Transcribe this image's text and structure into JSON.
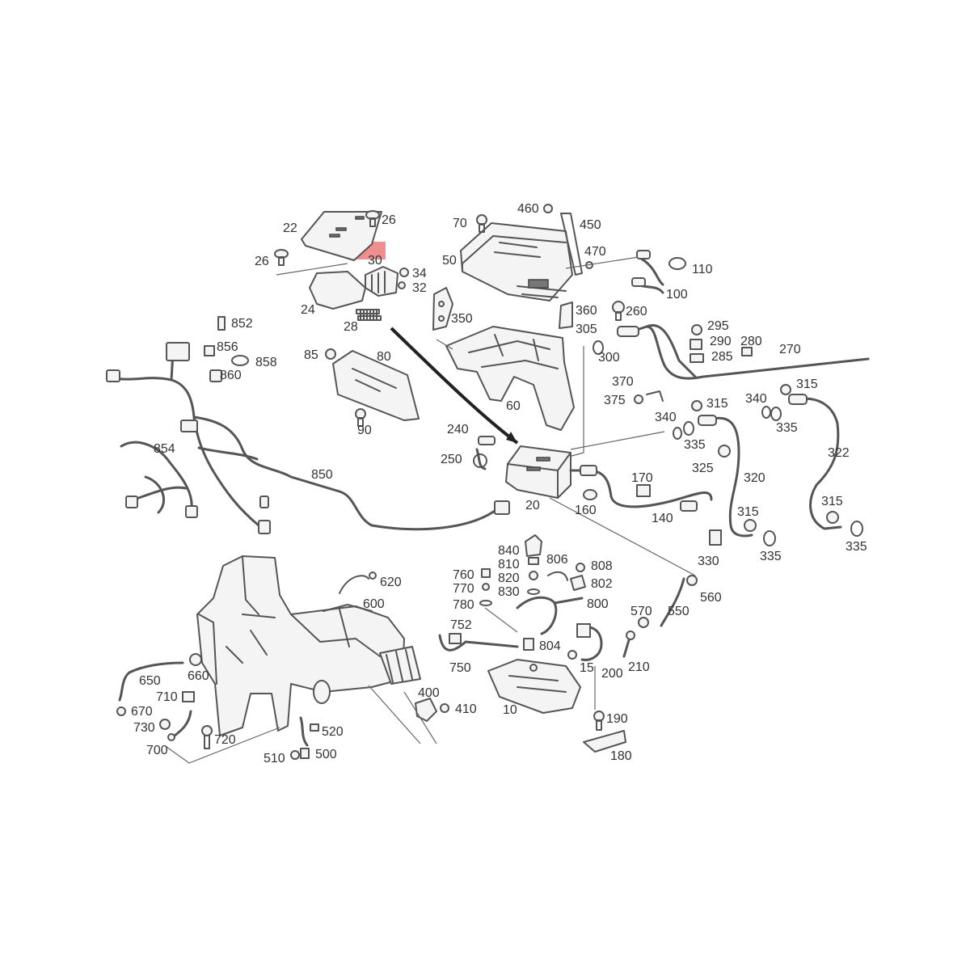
{
  "highlight_color": "#e86a6a",
  "labels": [
    {
      "id": "22",
      "text": "22"
    },
    {
      "id": "26a",
      "text": "26"
    },
    {
      "id": "26b",
      "text": "26"
    },
    {
      "id": "30",
      "text": "30"
    },
    {
      "id": "34",
      "text": "34"
    },
    {
      "id": "32",
      "text": "32"
    },
    {
      "id": "24",
      "text": "24"
    },
    {
      "id": "28",
      "text": "28"
    },
    {
      "id": "70",
      "text": "70"
    },
    {
      "id": "460",
      "text": "460"
    },
    {
      "id": "450",
      "text": "450"
    },
    {
      "id": "50",
      "text": "50"
    },
    {
      "id": "470",
      "text": "470"
    },
    {
      "id": "110",
      "text": "110"
    },
    {
      "id": "100",
      "text": "100"
    },
    {
      "id": "350",
      "text": "350"
    },
    {
      "id": "360",
      "text": "360"
    },
    {
      "id": "260",
      "text": "260"
    },
    {
      "id": "305",
      "text": "305"
    },
    {
      "id": "300",
      "text": "300"
    },
    {
      "id": "295",
      "text": "295"
    },
    {
      "id": "290",
      "text": "290"
    },
    {
      "id": "280",
      "text": "280"
    },
    {
      "id": "285",
      "text": "285"
    },
    {
      "id": "270",
      "text": "270"
    },
    {
      "id": "852",
      "text": "852"
    },
    {
      "id": "856",
      "text": "856"
    },
    {
      "id": "858",
      "text": "858"
    },
    {
      "id": "860",
      "text": "860"
    },
    {
      "id": "85",
      "text": "85"
    },
    {
      "id": "80",
      "text": "80"
    },
    {
      "id": "60",
      "text": "60"
    },
    {
      "id": "90",
      "text": "90"
    },
    {
      "id": "370",
      "text": "370"
    },
    {
      "id": "375",
      "text": "375"
    },
    {
      "id": "315a",
      "text": "315"
    },
    {
      "id": "315b",
      "text": "315"
    },
    {
      "id": "340a",
      "text": "340"
    },
    {
      "id": "340b",
      "text": "340"
    },
    {
      "id": "335a",
      "text": "335"
    },
    {
      "id": "335b",
      "text": "335"
    },
    {
      "id": "322",
      "text": "322"
    },
    {
      "id": "854",
      "text": "854"
    },
    {
      "id": "240",
      "text": "240"
    },
    {
      "id": "250",
      "text": "250"
    },
    {
      "id": "850",
      "text": "850"
    },
    {
      "id": "325",
      "text": "325"
    },
    {
      "id": "170",
      "text": "170"
    },
    {
      "id": "320",
      "text": "320"
    },
    {
      "id": "20",
      "text": "20"
    },
    {
      "id": "160",
      "text": "160"
    },
    {
      "id": "140",
      "text": "140"
    },
    {
      "id": "315c",
      "text": "315"
    },
    {
      "id": "315d",
      "text": "315"
    },
    {
      "id": "330",
      "text": "330"
    },
    {
      "id": "335c",
      "text": "335"
    },
    {
      "id": "335d",
      "text": "335"
    },
    {
      "id": "840",
      "text": "840"
    },
    {
      "id": "810",
      "text": "810"
    },
    {
      "id": "806",
      "text": "806"
    },
    {
      "id": "808",
      "text": "808"
    },
    {
      "id": "760",
      "text": "760"
    },
    {
      "id": "820",
      "text": "820"
    },
    {
      "id": "802",
      "text": "802"
    },
    {
      "id": "770",
      "text": "770"
    },
    {
      "id": "830",
      "text": "830"
    },
    {
      "id": "780",
      "text": "780"
    },
    {
      "id": "800",
      "text": "800"
    },
    {
      "id": "620",
      "text": "620"
    },
    {
      "id": "600",
      "text": "600"
    },
    {
      "id": "560",
      "text": "560"
    },
    {
      "id": "570",
      "text": "570"
    },
    {
      "id": "550",
      "text": "550"
    },
    {
      "id": "752",
      "text": "752"
    },
    {
      "id": "804",
      "text": "804"
    },
    {
      "id": "750",
      "text": "750"
    },
    {
      "id": "15",
      "text": "15"
    },
    {
      "id": "200",
      "text": "200"
    },
    {
      "id": "210",
      "text": "210"
    },
    {
      "id": "650",
      "text": "650"
    },
    {
      "id": "660",
      "text": "660"
    },
    {
      "id": "710",
      "text": "710"
    },
    {
      "id": "670",
      "text": "670"
    },
    {
      "id": "730",
      "text": "730"
    },
    {
      "id": "720",
      "text": "720"
    },
    {
      "id": "700",
      "text": "700"
    },
    {
      "id": "400",
      "text": "400"
    },
    {
      "id": "410",
      "text": "410"
    },
    {
      "id": "10",
      "text": "10"
    },
    {
      "id": "190",
      "text": "190"
    },
    {
      "id": "520",
      "text": "520"
    },
    {
      "id": "510",
      "text": "510"
    },
    {
      "id": "500",
      "text": "500"
    },
    {
      "id": "180",
      "text": "180"
    }
  ]
}
